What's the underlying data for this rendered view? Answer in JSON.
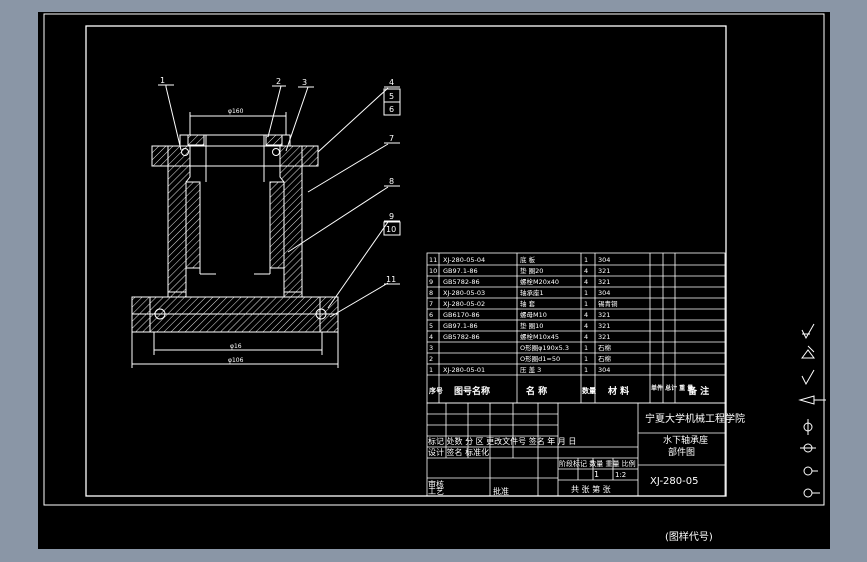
{
  "colors": {
    "background": "#8a96a6",
    "canvas": "#000000",
    "lines": "#ffffff",
    "accent": "#c8c8c8"
  },
  "part_labels": [
    "1",
    "2",
    "3",
    "4",
    "5",
    "6",
    "7",
    "8",
    "9",
    "10",
    "11"
  ],
  "dimensions": {
    "top_width": "φ160",
    "mid_width": "φ16",
    "bottom_width": "φ106"
  },
  "parts_list": {
    "rows": [
      {
        "no": "11",
        "code": "XJ-280-05-04",
        "name": "底 板",
        "qty": "1",
        "material": "304"
      },
      {
        "no": "10",
        "code": "GB97.1-86",
        "name": "垫 圈20",
        "qty": "4",
        "material": "321"
      },
      {
        "no": "9",
        "code": "GB5782-86",
        "name": "螺栓M20x40",
        "qty": "4",
        "material": "321"
      },
      {
        "no": "8",
        "code": "XJ-280-05-03",
        "name": "轴承座1",
        "qty": "1",
        "material": "304"
      },
      {
        "no": "7",
        "code": "XJ-280-05-02",
        "name": "轴 套",
        "qty": "1",
        "material": "锡青铜"
      },
      {
        "no": "6",
        "code": "GB6170-86",
        "name": "螺母M10",
        "qty": "4",
        "material": "321"
      },
      {
        "no": "5",
        "code": "GB97.1-86",
        "name": "垫 圈10",
        "qty": "4",
        "material": "321"
      },
      {
        "no": "4",
        "code": "GB5782-86",
        "name": "螺栓M10x45",
        "qty": "4",
        "material": "321"
      },
      {
        "no": "3",
        "code": "",
        "name": "O形圈φ190x5.3",
        "qty": "1",
        "material": "石棉"
      },
      {
        "no": "2",
        "code": "",
        "name": "O形圈d1=50",
        "qty": "1",
        "material": "石棉"
      },
      {
        "no": "1",
        "code": "XJ-280-05-01",
        "name": "压 盖 3",
        "qty": "1",
        "material": "304"
      }
    ],
    "header": {
      "no": "序号",
      "code": "图号名称",
      "name": "名 称",
      "qty": "数量",
      "material": "材 料",
      "weight": "单件 总计 重 量",
      "note": "备 注"
    }
  },
  "title_block": {
    "school": "宁夏大学机械工程学院",
    "drawing_title": "水下轴承座",
    "drawing_sub": "部件图",
    "drawing_number": "XJ-280-05",
    "scale_label": "比例",
    "scale": "1:2",
    "weight_label": "重量",
    "sheet_row": "共 张 第 张",
    "rev_row": "标记 处数 分 区 更改文件号 签名 年 月 日",
    "design_row": "设计 签名  标准化",
    "stage_row": "阶段标记 数量 重量 比例",
    "review": "审核",
    "process": "工艺",
    "approve": "批准",
    "qty_one": "1",
    "code_label": "(图样代号)"
  },
  "side_icons": [
    "roughness-icon",
    "roughness-triangle-icon",
    "roughness-check-icon",
    "taper-icon",
    "center-hole-icon",
    "bearing-symbol-icon",
    "weld-symbol-icon",
    "datum-icon"
  ]
}
